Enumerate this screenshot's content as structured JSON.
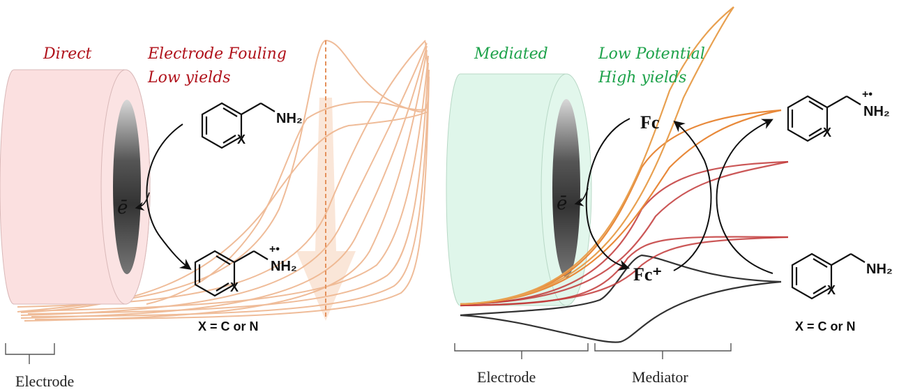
{
  "left_panel": {
    "title": "Direct",
    "issues": [
      "Electrode Fouling",
      "Low yields"
    ],
    "electron_label": "ē",
    "substrate": {
      "label": "NH₂",
      "ring_atom": "X"
    },
    "radical_cation": {
      "label": "NH₂",
      "charge": "+•",
      "ring_atom": "X"
    },
    "x_definition": "X = C or N",
    "bracket_label": "Electrode"
  },
  "right_panel": {
    "title": "Mediated",
    "benefits": [
      "Low Potential",
      "High yields"
    ],
    "electron_label": "ē",
    "mediator_reduced": "Fc",
    "mediator_oxidized": "Fc⁺",
    "radical_cation": {
      "label": "NH₂",
      "charge": "+•",
      "ring_atom": "X"
    },
    "substrate": {
      "label": "NH₂",
      "ring_atom": "X"
    },
    "x_definition": "X = C or N",
    "bracket_labels": [
      "Electrode",
      "Mediator"
    ]
  },
  "colors": {
    "direct_text": "#b0121b",
    "mediated_text": "#1da24a",
    "direct_electrode": "#fbe0e0",
    "mediated_electrode": "#dff6ea",
    "direct_cv": "#eeb58e",
    "mediated_cv_orange": "#e8893a",
    "mediated_cv_red": "#c23a3a",
    "mediated_cv_black": "#333333"
  }
}
